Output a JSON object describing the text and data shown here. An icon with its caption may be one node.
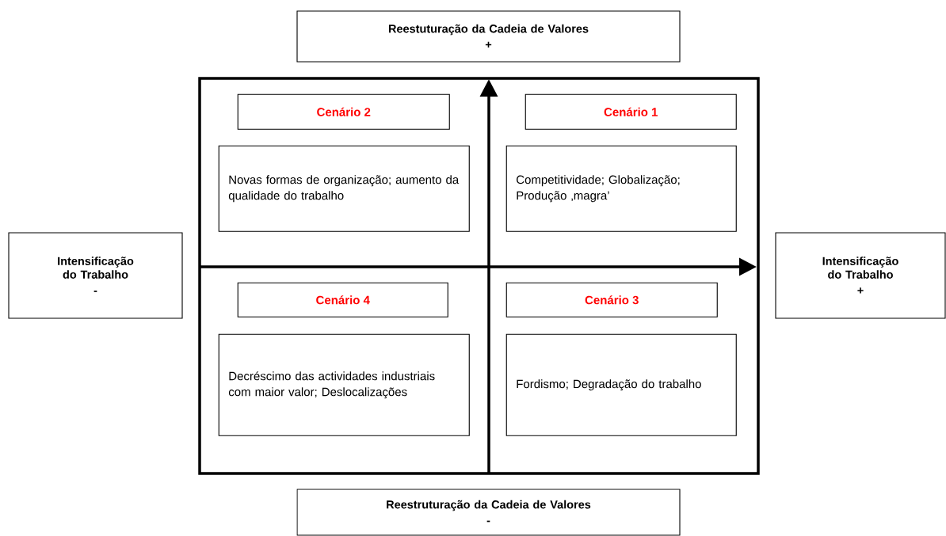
{
  "diagram": {
    "nodes": [
      {
        "text": [
          "Reestuturação da Cadeia de Valores",
          "+"
        ]
      },
      {
        "text": [
          "Intensificação do Trabalho",
          "-"
        ]
      },
      {
        "text": [],
        "shape": "box"
      },
      {
        "text": [
          "Cenário 2"
        ],
        "in": 2
      },
      {
        "text": [
          "Cenário 1"
        ],
        "in": 2
      },
      {
        "text": [
          "Novas formas de organização; aumento da qualidade do trabalho"
        ],
        "in": 2
      },
      {
        "text": [
          "Competitividade; Globalização; Produção ‚magra’"
        ],
        "in": 2
      },
      {
        "text": [
          "Intensificação do Trabalho",
          "+"
        ]
      },
      {
        "text": [
          "Cenário 4"
        ],
        "in": 2
      },
      {
        "text": [
          "Cenário 3"
        ],
        "in": 2
      },
      {
        "text": [
          "Decréscimo das actividades industriais com maior valor; Deslocalizações"
        ],
        "in": 2
      },
      {
        "text": [
          "Fordismo; Degradação do trabalho"
        ],
        "in": 2
      },
      {
        "text": [
          "Reestruturação da Cadeia de Valores",
          "-"
        ]
      }
    ]
  }
}
